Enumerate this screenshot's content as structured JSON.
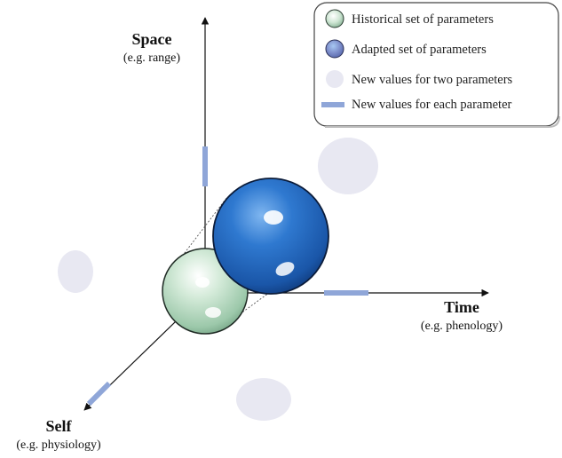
{
  "axes": {
    "space": {
      "title": "Space",
      "subtitle": "(e.g. range)"
    },
    "time": {
      "title": "Time",
      "subtitle": "(e.g. phenology)"
    },
    "self": {
      "title": "Self",
      "subtitle": "(e.g. physiology)"
    }
  },
  "legend": {
    "items": [
      {
        "label": "Historical set of parameters",
        "symbol": "green-sphere"
      },
      {
        "label": "Adapted set of parameters",
        "symbol": "blue-sphere"
      },
      {
        "label": "New values for two parameters",
        "symbol": "light-ellipse"
      },
      {
        "label": "New values for each parameter",
        "symbol": "blue-bar"
      }
    ]
  },
  "colors": {
    "historical_sphere": "#b9d9c0",
    "adapted_sphere": "#1f5fb0",
    "two_parameter_ellipse": "#e8e8f2",
    "parameter_bar": "#8fa6d8",
    "axis": "#111111"
  }
}
